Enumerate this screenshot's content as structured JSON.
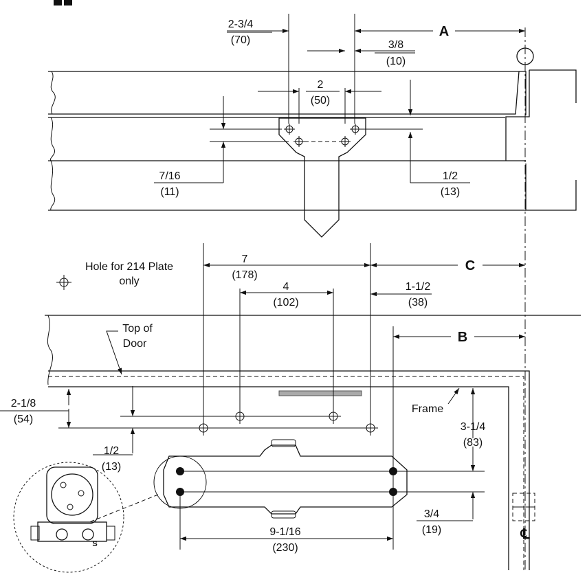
{
  "top_view": {
    "dim_a_label": "A",
    "dim_2_3_4": "2-3/4",
    "dim_2_3_4_mm": "(70)",
    "dim_3_8": "3/8",
    "dim_3_8_mm": "(10)",
    "dim_2": "2",
    "dim_2_mm": "(50)",
    "dim_7_16": "7/16",
    "dim_7_16_mm": "(11)",
    "dim_1_2": "1/2",
    "dim_1_2_mm": "(13)"
  },
  "bottom_view": {
    "hole_note_line1": "Hole for 214 Plate",
    "hole_note_line2": "only",
    "dim_c_label": "C",
    "dim_b_label": "B",
    "dim_7": "7",
    "dim_7_mm": "(178)",
    "dim_4": "4",
    "dim_4_mm": "(102)",
    "dim_1_1_2": "1-1/2",
    "dim_1_1_2_mm": "(38)",
    "top_of_door_line1": "Top of",
    "top_of_door_line2": "Door",
    "frame_label": "Frame",
    "dim_2_1_8": "2-1/8",
    "dim_2_1_8_mm": "(54)",
    "dim_1_2b": "1/2",
    "dim_1_2b_mm": "(13)",
    "dim_3_1_4": "3-1/4",
    "dim_3_1_4_mm": "(83)",
    "dim_3_4": "3/4",
    "dim_3_4_mm": "(19)",
    "dim_9_1_16": "9-1/16",
    "dim_9_1_16_mm": "(230)",
    "centerline_symbol": "℄",
    "detail_s_mark": "S"
  }
}
